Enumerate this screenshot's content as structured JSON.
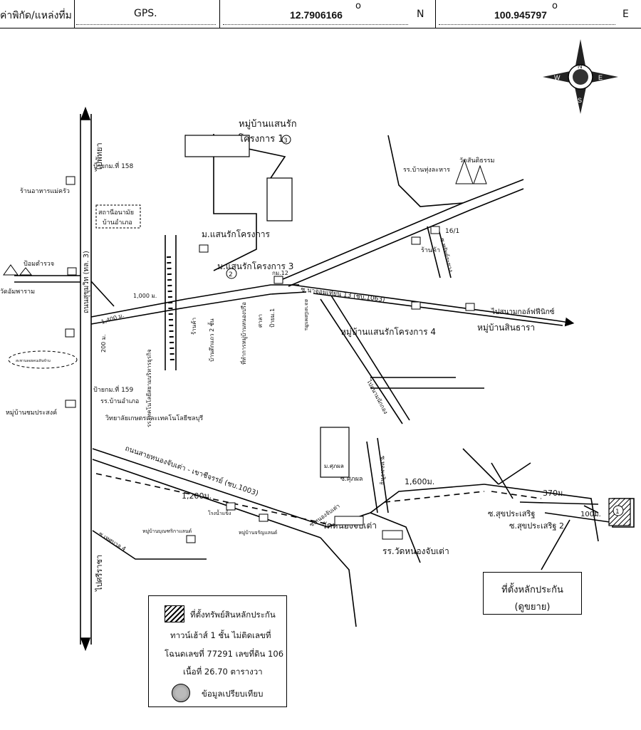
{
  "header": {
    "label": "ค่าพิกัด/แหล่งที่ม",
    "source": "GPS.",
    "latitude": "12.7906166",
    "lat_unit": "N",
    "longitude": "100.945797",
    "lon_unit": "E",
    "degree": "o"
  },
  "compass": {
    "n": "N",
    "s": "S",
    "e": "E",
    "w": "W"
  },
  "map_labels": {
    "village_1": "หมู่บ้านแสนรัก",
    "village_1b": "โครงการ 1",
    "circle_3": "3",
    "road_left_top": "ไปพัทยา",
    "road_left_bottom": "ไปศรีราชา",
    "highway": "ถนนสุขุมวิท (ทล. 3)",
    "km158": "ป้ายกม.ที่ 158",
    "km159": "ป้ายกม.ที่ 159",
    "restaurant": "ร้านอาหารแม่ครัว",
    "health_center_1": "สถานีอนามัย",
    "health_center_2": "บ้านอำเภอ",
    "police": "ป้อมตำรวจ",
    "temple_left": "วัดอัมพาราม",
    "pedestrian": "สะพานลอยคนเดินข้าม",
    "village_mom": "หมู่บ้านชมประสงค์",
    "school_ampho": "รร.บ้านอำเภอ",
    "college": "วิทยาลัยเกษตรและเทคโนโลยีชลบุรี",
    "m_saenrak": "ม.แสนรักโครงการ",
    "circle_2": "2",
    "m_saenrak3": "ม.แสนรักโครงการ 3",
    "dist_1000": "1,000 ม.",
    "dist_1400": "1,400 ม.",
    "dist_200": "200 ม.",
    "school_rak": "รร.เทคโนโลยีสยามบริหารธุรกิจ",
    "shop": "ร้านค้า",
    "apt": "บ้านตึกแถว 2 ชั้น",
    "water": "ที่ทำการหมู่บ้านหนองปรือ",
    "shop2": "ศาลา",
    "house": "ป้ายม.1",
    "km12": "กม.12",
    "soi_13": "ซ.นาจอมเทียน 13 (ชบ.1063)",
    "to_golf": "ไปสนามกอล์ฟฟีนิกซ์",
    "village_4": "หมู่บ้านแสนรักโครงการ 4",
    "village_sin": "หมู่บ้านสินธารา",
    "to_nongkhla": "ไปสนามนักกอง",
    "coop": "ร้านค้า",
    "temple_right": "วัดสันติธรรม",
    "school_thung": "รร.บ้านทุ่งละหาร",
    "no16": "16/1",
    "sukhumvit_road": "ซ.ทรัพย์ระยาง",
    "market": "ตลาดนัดพรสิน",
    "nongjab": "ถนนสายหนองจับเต่า - เขาชีจรรย์ (ชบ.1003)",
    "dist_1200": "1,200ม.",
    "dist_1600": "1,600ม.",
    "dist_370": "370ม.",
    "dist_100": "100ม.",
    "village_nice": "หมู่บ้านบุณฑริกาแลนด์",
    "village_jr": "หมู่บ้านจรัญแลนด์",
    "ice": "โรงน้ำแข็ง",
    "soi_thetsaban": "ซ.เทศบาล 4",
    "m_sukpol": "ม.ศุภผล",
    "soi_sukpol": "ซ.ศุภผล",
    "soi_charoen": "ซ.ทองเจริญ",
    "soi_nongjab": "ซ.หนองจับเต่า",
    "temple_nongjab": "วัดหนองจับเต่า",
    "school_nongjab": "รร.วัดหนองจับเต่า",
    "soi_suk": "ซ.สุขประเสริฐ",
    "soi_suk2": "ซ.สุขประเสริฐ 2",
    "circle_1": "1"
  },
  "callout": {
    "line1": "ที่ตั้งหลักประกัน",
    "line2": "(ดูขยาย)"
  },
  "legend": {
    "title": "ที่ตั้งทรัพย์สินหลักประกัน",
    "l1": "ทาวน์เฮ้าส์ 1 ชั้น ไม่ติดเลขที่",
    "l2": "โฉนดเลขที่ 77291 เลขที่ดิน 106",
    "l3": "เนื้อที่ 26.70 ตารางวา",
    "compare": "ข้อมูลเปรียบเทียบ"
  }
}
